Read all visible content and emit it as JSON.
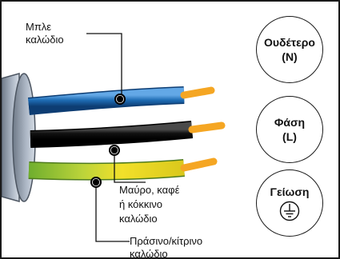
{
  "labels": {
    "blue_wire": [
      "Μπλε",
      "καλώδιο"
    ],
    "black_wire": [
      "Μαύρο, καφέ",
      "ή κόκκινο",
      "καλώδιο"
    ],
    "green_yellow_wire": [
      "Πράσινο/κίτρινο",
      "καλώδιο"
    ]
  },
  "badges": {
    "neutral": {
      "title": "Ουδέτερο",
      "code": "(N)"
    },
    "phase": {
      "title": "Φάση",
      "code": "(L)"
    },
    "earth": {
      "title": "Γείωση",
      "icon": "earth-ground-icon"
    }
  },
  "colors": {
    "blue": "#1e6cb4",
    "black": "#111111",
    "green": "#7fb83a",
    "yellow": "#f2e02a",
    "copper": "#f5a623",
    "sheath": "#9aa5b4"
  }
}
